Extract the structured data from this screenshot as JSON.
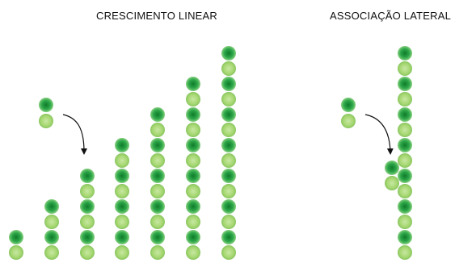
{
  "titles": {
    "linear": "CRESCIMENTO LINEAR",
    "lateral": "ASSOCIAÇÃO LATERAL"
  },
  "colors": {
    "dark_subunit": "#1f9f3c",
    "light_subunit": "#a8d873",
    "arrow": "#111111"
  },
  "panels": {
    "linear": {
      "free_dimers": 1,
      "filament_subunit_counts": [
        2,
        4,
        6,
        8,
        10,
        12,
        14
      ]
    },
    "lateral": {
      "free_dimers": 1,
      "filament_subunit_counts": [
        14
      ],
      "laterally_bound_dimers": 1
    }
  }
}
